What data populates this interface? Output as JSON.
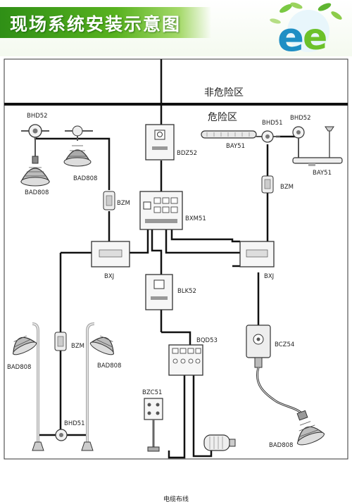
{
  "header": {
    "title": "现场系统安装示意图",
    "logo_text": "e",
    "accent_color": "#3a9a1a"
  },
  "zones": {
    "non_hazard": "非危险区",
    "hazard": "危险区"
  },
  "labels": {
    "bhd52_left": "BHD52",
    "bad808_left_top": "BAD808",
    "bad808_second": "BAD808",
    "bzm_left": "BZM",
    "bdz52": "BDZ52",
    "bxm51": "BXM51",
    "bxj_left": "BXJ",
    "bxj_right": "BXJ",
    "blk52": "BLK52",
    "bqd53": "BQD53",
    "bzc51": "BZC51",
    "bhd51_right": "BHD51",
    "bhd52_right": "BHD52",
    "bay51_top": "BAY51",
    "bay51_right": "BAY51",
    "bzm_right": "BZM",
    "bcz54": "BCZ54",
    "bad808_right": "BAD808",
    "bad808_left_bottom": "BAD808",
    "bzm_bottom": "BZM",
    "bad808_mid_bottom": "BAD808",
    "bhd51_bottom": "BHD51",
    "cable_routing": "电缆布线"
  },
  "icons": [
    "lamp-icon",
    "junction-box-icon",
    "distribution-box-icon",
    "switch-box-icon",
    "motor-icon",
    "led-bar-icon"
  ]
}
